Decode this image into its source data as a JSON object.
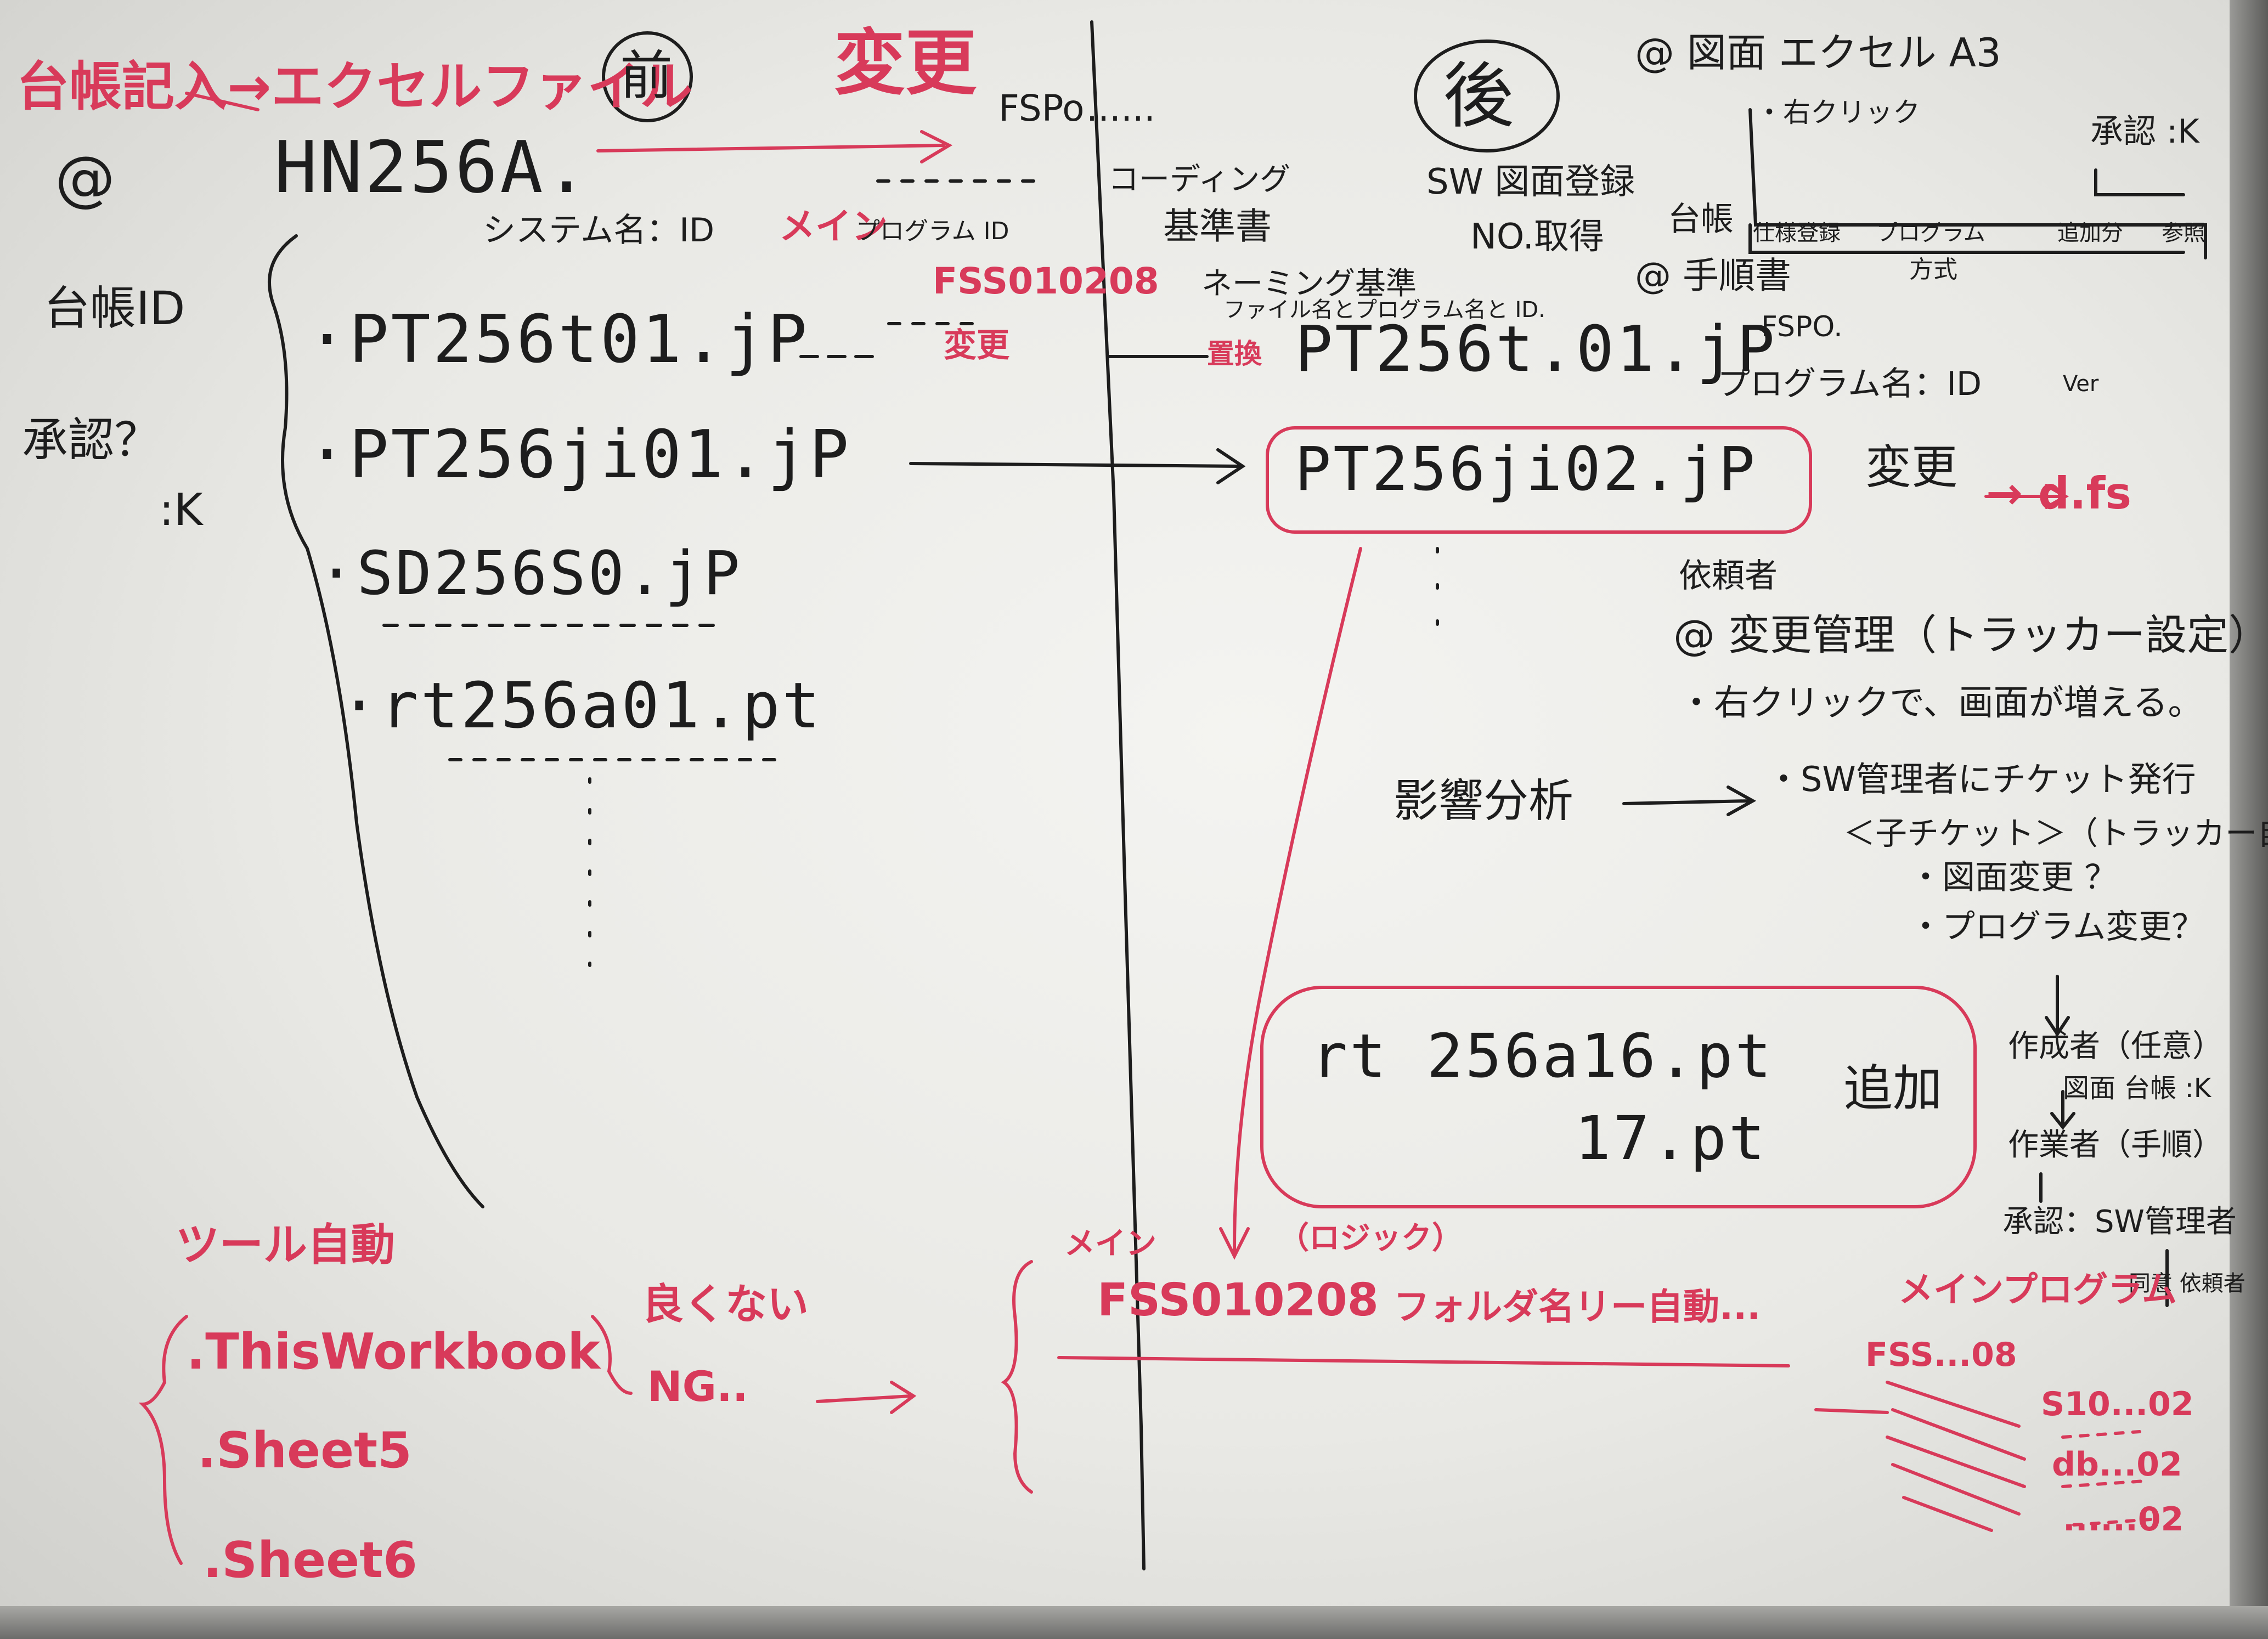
{
  "colors": {
    "marker_black": "#1d1d1d",
    "marker_red": "#d83a5a",
    "board": "#ecece8"
  },
  "header_red": "台帳記入→エクセルファイル",
  "mae": "前",
  "henkou_top": "変更",
  "fspo_top": "FSPo",
  "at_left": "@",
  "hn": "HN256A.",
  "system_id": "システム名：ID",
  "main_red": "メイン",
  "program_id": "プログラム ID",
  "fss_red_top": "FSS010208",
  "daicho_id": "台帳ID",
  "file_list": [
    "PT256t01.jP",
    "PT256ji01.jP",
    "SD256S0.jP",
    "rt256a01.pt"
  ],
  "henkou_small_red": "変更",
  "shounin_q": "承認？",
  "k_left": ":K",
  "coding": "コーディング",
  "kijunsho": "基準書",
  "naming": "ネーミング基準",
  "naming2": "ファイル名とプログラム名と ID.",
  "chikan_red": "置換",
  "ato": "後",
  "right_file1": "PT256t.01.jP",
  "right_file2": "PT256ji02.jP",
  "henkou_right": "変更",
  "sw_line": "SW 図面登録",
  "no_line": "NO.取得",
  "daicho_right": "台帳",
  "tejunsho": "@ 手順書",
  "fspo_right": "FSPO.",
  "program_name": "プログラム名：ID",
  "zumen_header": "@ 図面 エクセル A3",
  "migiclick": "・右クリック",
  "shounin_k": "承認 :K",
  "tabs": [
    "仕様登録",
    "プログラム",
    "追加分",
    "参照"
  ],
  "hoshiki": "方式",
  "ver": "Ver",
  "dfs_red": "→ d.fs",
  "iraisha": "依頼者",
  "henkou_kanri": "@ 変更管理（トラッカー設定）",
  "migi_click2": "・右クリックで、画面が増える。",
  "eikyou": "影響分析",
  "sw_kanri": "・SW管理者にチケット発行",
  "ko_ticket": "＜子チケット＞（トラッカー自由）",
  "zumen_henkou": "・図面変更 ？",
  "program_henkou": "・プログラム変更？",
  "sakusei_line": "作成者（任意）",
  "zumen_daicho": "図面 台帳 :K",
  "sagyousha": "作業者（手順）",
  "shounin_sw": "承認：SW管理者",
  "dousa_irai": "同意 依頼者",
  "added_file1": "rt 256a16.pt",
  "added_file2": "17.pt",
  "tsuika": "追加",
  "tool_jidou": "ツール自動",
  "workbook_items": [
    ".ThisWorkbook",
    ".Sheet5",
    ".Sheet6"
  ],
  "ikenai": "良くない",
  "ng": "NG..",
  "main_red2": "メイン",
  "file_path_red": "（ロジック）",
  "fss_bottom": "FSS010208",
  "fss_auto": "フォルダ名リー自動...",
  "main_program": "メインプログラム",
  "fss_small": "FSS...08",
  "fss_right_vals": [
    "S10...02",
    "db...02",
    "......02"
  ]
}
